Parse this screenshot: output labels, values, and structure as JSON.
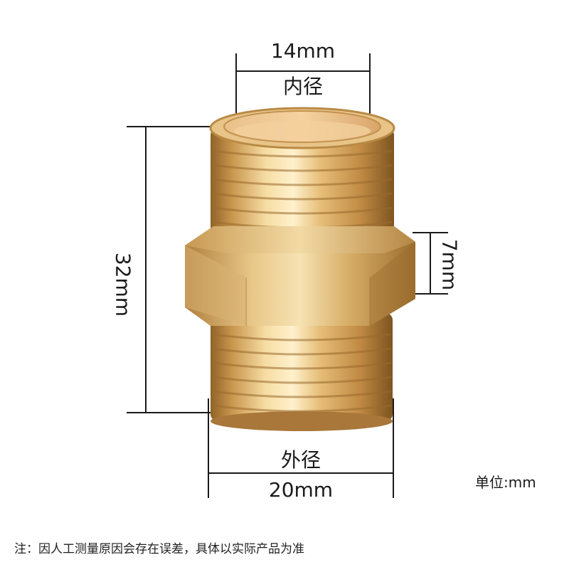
{
  "dimensions": {
    "inner_diameter": {
      "value": "14mm",
      "name": "内径"
    },
    "outer_diameter": {
      "value": "20mm",
      "name": "外径"
    },
    "total_length": "32mm",
    "hex_length": "7mm"
  },
  "unit_label": "单位:mm",
  "footnote": "注：因人工测量原因会存在误差，具体以实际产品为准",
  "colors": {
    "brass_light": "#f8dfa6",
    "brass_mid": "#d6a85e",
    "brass_dark": "#8f6327",
    "dim_line": "#1a1a1a"
  }
}
